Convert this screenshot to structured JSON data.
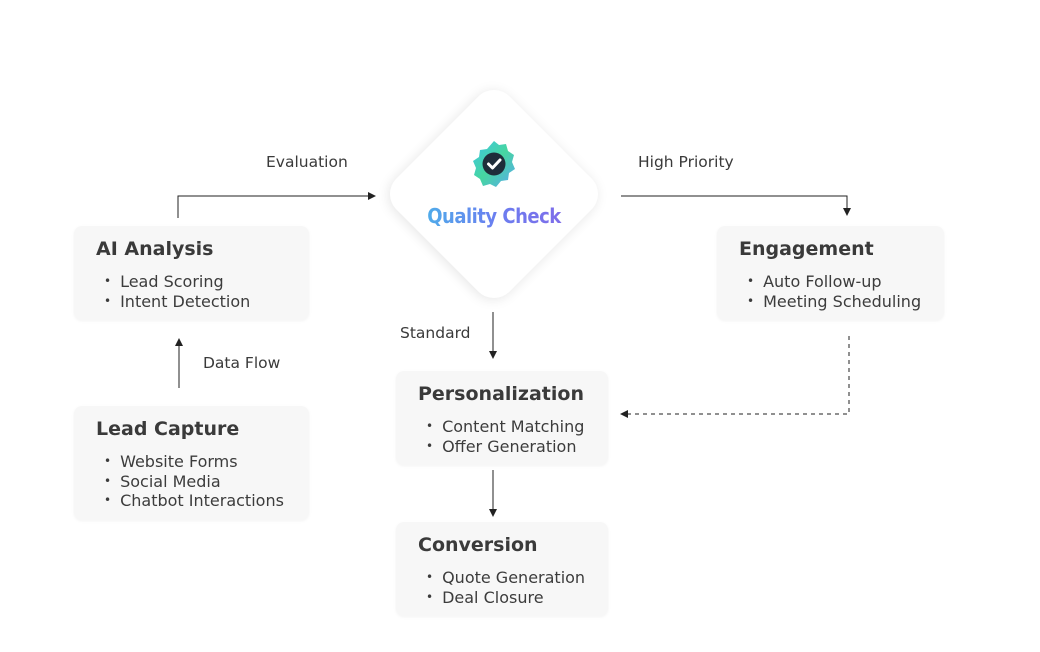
{
  "colors": {
    "card_background": "#f7f7f7",
    "connector": "#222222",
    "badge_gradient": [
      "#3fc6e6",
      "#46d6a0",
      "#5aa8f0"
    ],
    "title_gradient": [
      "#3fc6e6",
      "#6a7ff0",
      "#8a62e6"
    ]
  },
  "nodes": {
    "ai_analysis": {
      "title": "AI Analysis",
      "items": [
        "Lead Scoring",
        "Intent Detection"
      ]
    },
    "lead_capture": {
      "title": "Lead Capture",
      "items": [
        "Website Forms",
        "Social Media",
        "Chatbot Interactions"
      ]
    },
    "quality_check": {
      "title": "Quality Check",
      "icon": "check-badge-icon"
    },
    "engagement": {
      "title": "Engagement",
      "items": [
        "Auto Follow-up",
        "Meeting Scheduling"
      ]
    },
    "personalization": {
      "title": "Personalization",
      "items": [
        "Content Matching",
        "Offer Generation"
      ]
    },
    "conversion": {
      "title": "Conversion",
      "items": [
        "Quote Generation",
        "Deal Closure"
      ]
    }
  },
  "edges": {
    "evaluation": "Evaluation",
    "high_priority": "High Priority",
    "data_flow": "Data Flow",
    "standard": "Standard"
  }
}
